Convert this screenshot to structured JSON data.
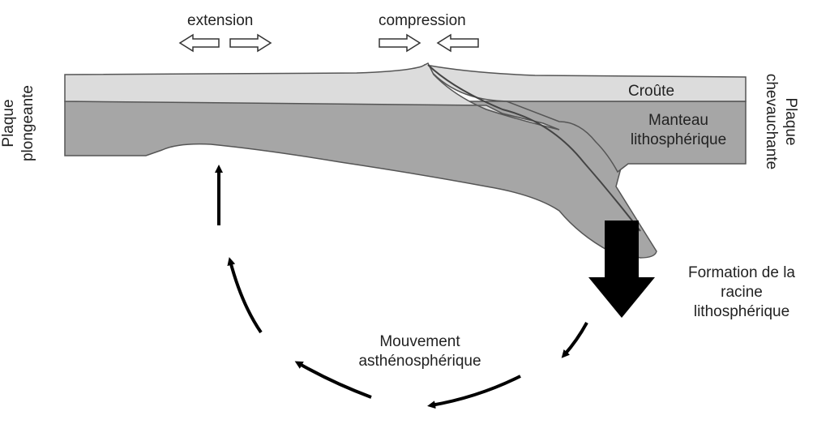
{
  "labels": {
    "extension": "extension",
    "compression": "compression",
    "plaque_plongeante": [
      "Plaque",
      "plongeante"
    ],
    "plaque_chevauchante": [
      "Plaque",
      "chevauchante"
    ],
    "croute": "Croûte",
    "manteau": [
      "Manteau",
      "lithosphérique"
    ],
    "formation": [
      "Formation de la",
      "racine",
      "lithosphérique"
    ],
    "mouvement": [
      "Mouvement",
      "asthénosphérique"
    ]
  },
  "colors": {
    "crust": "#dcdcdc",
    "mantle": "#a6a6a6",
    "outline": "#444444",
    "arrow": "#000000",
    "text": "#222222"
  }
}
